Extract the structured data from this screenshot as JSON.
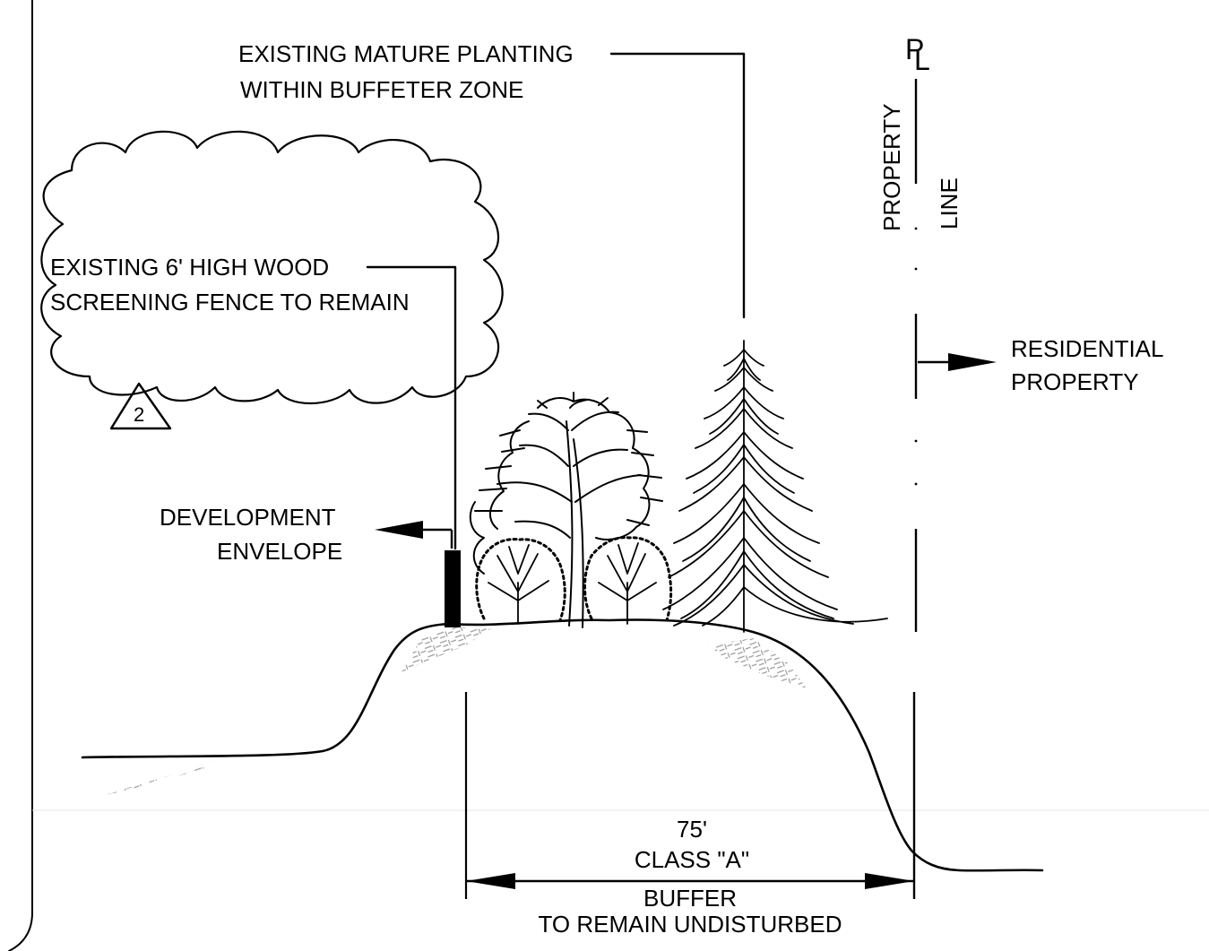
{
  "labels": {
    "mature_planting_line1": "EXISTING MATURE PLANTING",
    "mature_planting_line2": "WITHIN BUFFETER ZONE",
    "property": "PROPERTY",
    "line": "LINE",
    "pl_symbol_p": "P",
    "pl_symbol_l": "L",
    "fence_line1": "EXISTING 6' HIGH WOOD",
    "fence_line2": "SCREENING FENCE TO REMAIN",
    "revision_number": "2",
    "residential_line1": "RESIDENTIAL",
    "residential_line2": "PROPERTY",
    "development_line1": "DEVELOPMENT",
    "development_line2": "ENVELOPE",
    "buffer_width": "75'",
    "buffer_class": "CLASS \"A\"",
    "buffer_word": "BUFFER",
    "buffer_note": "TO REMAIN UNDISTURBED"
  },
  "colors": {
    "ink": "#000000",
    "hatch": "#9a9a9a",
    "background": "#ffffff"
  }
}
